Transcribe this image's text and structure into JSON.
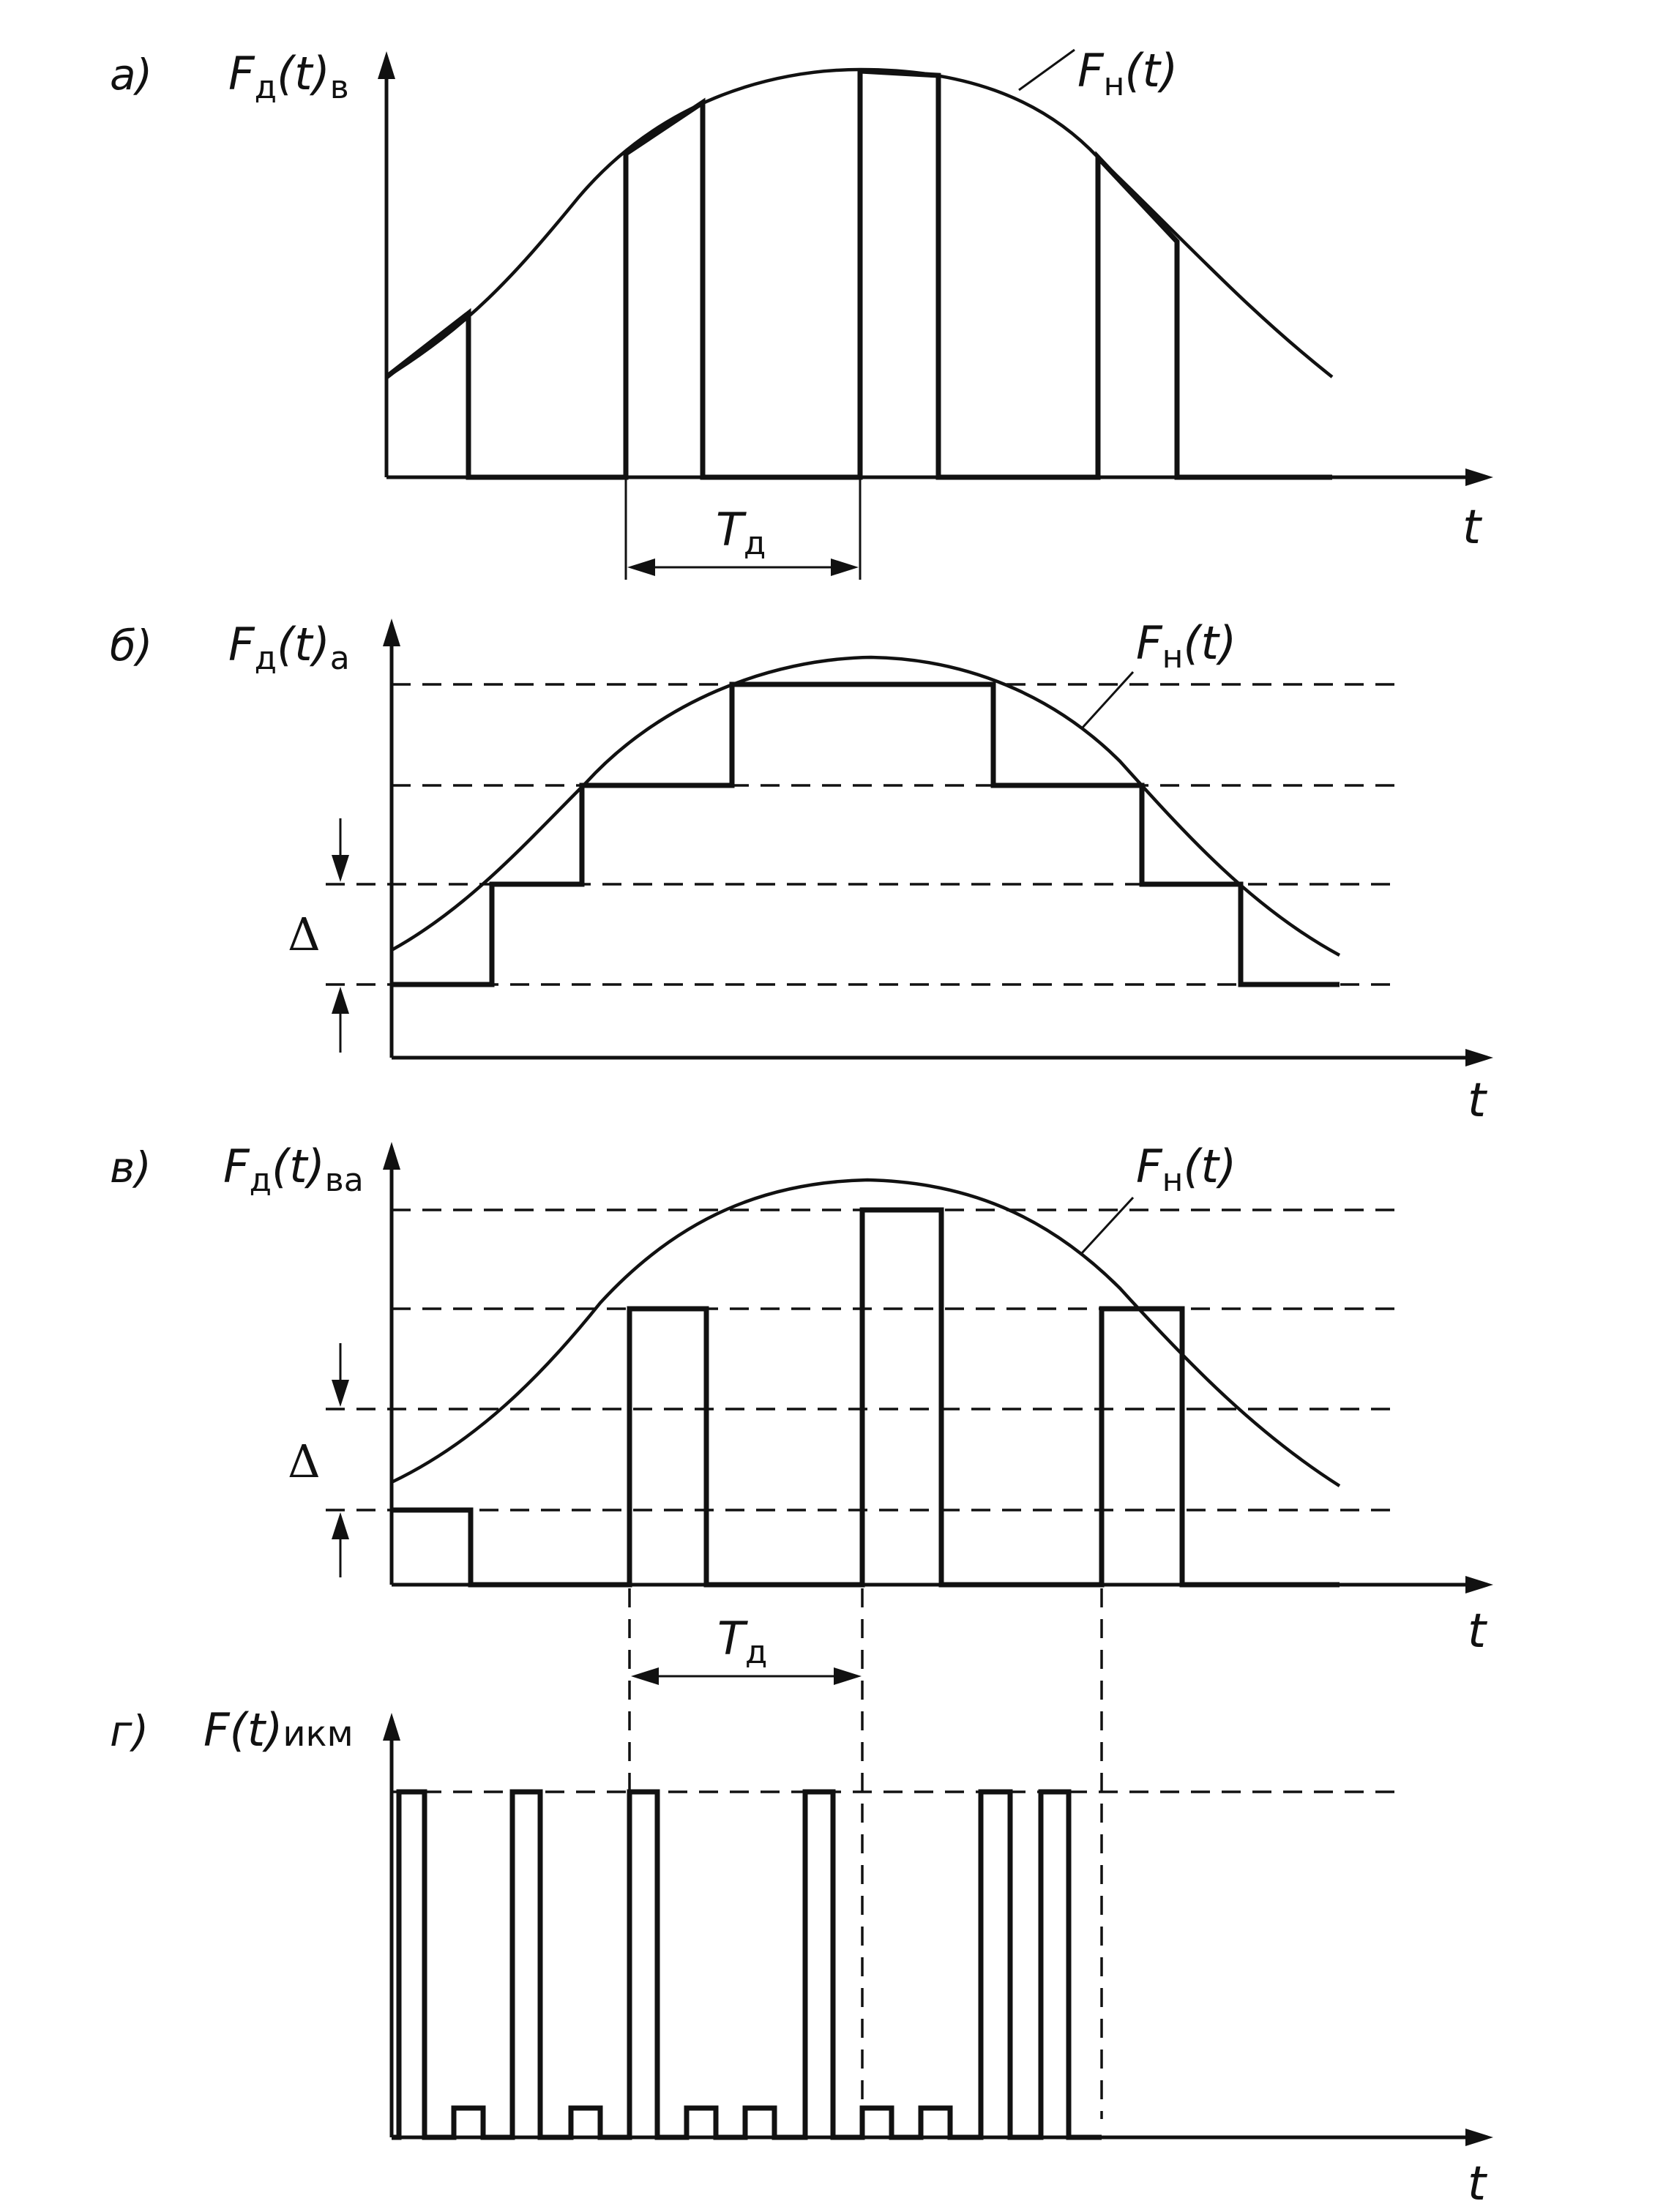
{
  "panels": {
    "a": {
      "letter": "а)",
      "ylabel": {
        "main": "F",
        "sub": "д",
        "arg": "(t)",
        "tail": "в"
      },
      "curve_label": {
        "main": "F",
        "sub": "н",
        "arg": "(t)"
      },
      "t_label": "t",
      "period_label": {
        "main": "T",
        "sub": "д"
      }
    },
    "b": {
      "letter": "б)",
      "ylabel": {
        "main": "F",
        "sub": "д",
        "arg": "(t)",
        "tail": "а"
      },
      "curve_label": {
        "main": "F",
        "sub": "н",
        "arg": "(t)"
      },
      "t_label": "t",
      "delta_label": "Δ"
    },
    "c": {
      "letter": "в)",
      "ylabel": {
        "main": "F",
        "sub": "д",
        "arg": "(t)",
        "tail": "ва"
      },
      "curve_label": {
        "main": "F",
        "sub": "н",
        "arg": "(t)"
      },
      "t_label": "t",
      "delta_label": "Δ",
      "period_label": {
        "main": "T",
        "sub": "д"
      }
    },
    "d": {
      "letter": "г)",
      "ylabel": {
        "main": "F",
        "arg": "(t)",
        "tail": "икм"
      },
      "t_label": "t"
    }
  },
  "colors": {
    "ink": "#111111",
    "paper": "#ffffff"
  }
}
